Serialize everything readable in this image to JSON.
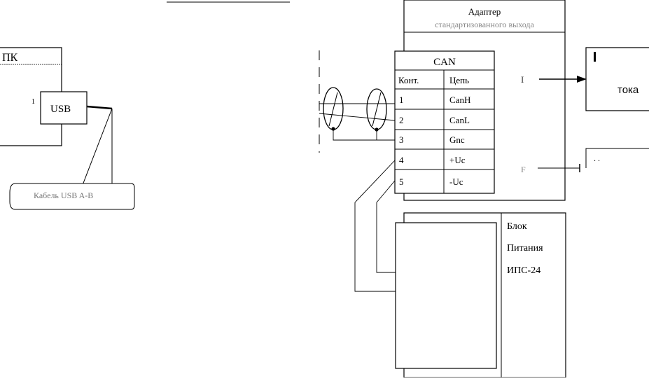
{
  "pc": {
    "label": "ПК"
  },
  "usb": {
    "label": "USB",
    "port_mark": "1"
  },
  "cable": {
    "label": "Кабель USB A-B"
  },
  "adapter": {
    "title": "Адаптер",
    "subtitle": "стандартизованного выхода"
  },
  "can_table": {
    "title": "CAN",
    "headers": [
      "Конт.",
      "Цепь"
    ],
    "rows": [
      {
        "pin": "1",
        "signal": "CanH"
      },
      {
        "pin": "2",
        "signal": "CanL"
      },
      {
        "pin": "3",
        "signal": "Gnc"
      },
      {
        "pin": "4",
        "signal": "+Uc"
      },
      {
        "pin": "5",
        "signal": "-Uc"
      }
    ]
  },
  "outputs": {
    "i_label": "I",
    "f_label": "F",
    "right_text": "тока"
  },
  "power": {
    "line1": "Блок",
    "line2": "Питания",
    "line3": "ИПС-24"
  }
}
